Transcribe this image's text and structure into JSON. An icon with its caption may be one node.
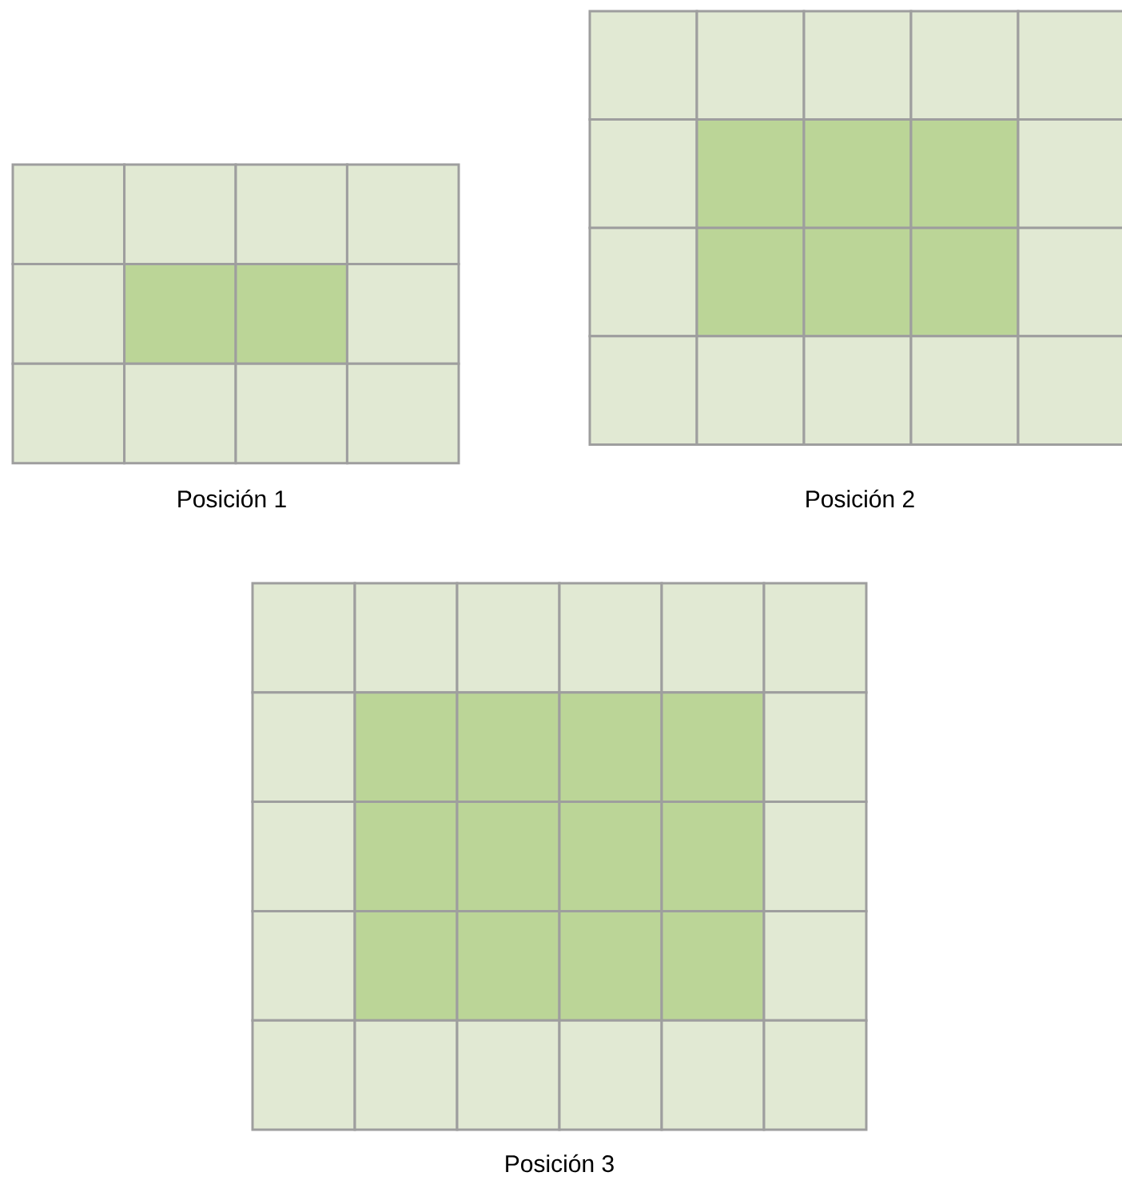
{
  "diagram": {
    "labels": [
      "Posición 1",
      "Posición 2",
      "Posición 3"
    ]
  }
}
